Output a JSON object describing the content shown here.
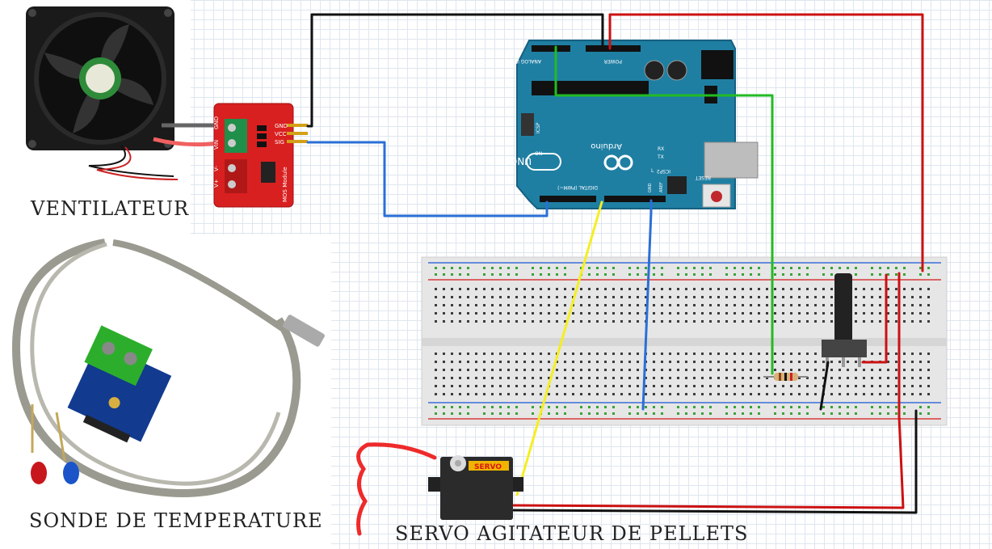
{
  "captions": {
    "fan": "VENTILATEUR",
    "probe": "SONDE DE TEMPERATURE",
    "servo": "SERVO AGITATEUR DE PELLETS"
  },
  "mos_module": {
    "pins_right": [
      "GND",
      "VCC",
      "SIG"
    ],
    "pins_left_top": [
      "GND",
      "VIN"
    ],
    "pins_left_bottom": [
      "V-",
      "V+"
    ],
    "name": "MOS Module"
  },
  "arduino": {
    "brand": "Arduino",
    "model": "UNO",
    "power_header": "POWER",
    "analog_header": "ANALOG IN",
    "digital_header": "DIGITAL (PWM~)",
    "icsp": "ICSP",
    "icsp2": "ICSP2",
    "reset": "RESET",
    "tx": "TX",
    "rx": "RX",
    "on": "ON",
    "l": "L",
    "aref": "AREF",
    "gnd": "GND"
  },
  "servo_label": "SERVO",
  "colors": {
    "wire_black": "#111111",
    "wire_red": "#cc1111",
    "wire_green": "#22bb22",
    "wire_blue": "#2a6fd6",
    "wire_yellow": "#f5ee22",
    "arduino_board": "#1f7fa3",
    "mos_board": "#d92020",
    "breadboard": "#e6e6e6",
    "servo_label": "#f0b400"
  }
}
